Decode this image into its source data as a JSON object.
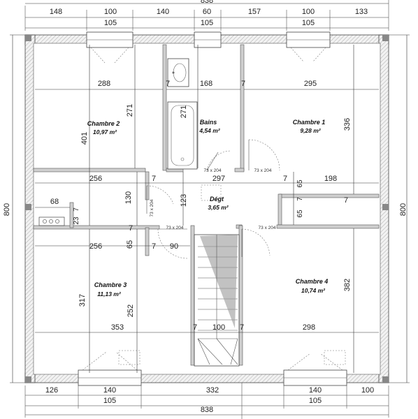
{
  "plan": {
    "rooms": [
      {
        "name": "Chambre 2",
        "area": "10,97 m²"
      },
      {
        "name": "Bains",
        "area": "4,54 m²"
      },
      {
        "name": "Chambre 1",
        "area": "9,28 m²"
      },
      {
        "name": "Dégt",
        "area": "3,65 m²"
      },
      {
        "name": "Chambre 3",
        "area": "11,13 m²"
      },
      {
        "name": "Chambre 4",
        "area": "10,74 m²"
      }
    ],
    "top_dims": {
      "overall": "838",
      "row1": [
        "148",
        "100",
        "140",
        "60",
        "157",
        "100",
        "133"
      ],
      "row2": [
        "105",
        "105",
        "105"
      ]
    },
    "bottom_dims": {
      "row1": [
        "126",
        "140",
        "332",
        "140",
        "100"
      ],
      "row2": [
        "105",
        "105"
      ],
      "overall": "838"
    },
    "side_dims": {
      "left": "800",
      "right": "800"
    },
    "interior_dims": {
      "ch2_width": "288",
      "bains_width": "168",
      "ch1_width": "295",
      "w7_a": "7",
      "w7_b": "7",
      "ch2_height": "271",
      "bains_height": "271",
      "ch2_total": "401",
      "ch1_height": "336",
      "ch2_bottom": "256",
      "w7_c": "7",
      "degt_top": "297",
      "w7_d": "7",
      "ch1_bottom": "198",
      "r65_a": "65",
      "w7_e": "7",
      "r65_b": "65",
      "cupboard_w": "68",
      "w7_f": "7",
      "d23": "23",
      "w7_g": "7",
      "d130": "130",
      "d123": "123",
      "ch3_top": "256",
      "d65": "65",
      "w7_h": "7",
      "d90": "90",
      "ch3_height": "317",
      "ch3_inner": "252",
      "ch4_height": "382",
      "ch3_bottom": "353",
      "w7_i": "7",
      "stair_w": "100",
      "w7_j": "7",
      "ch4_bottom": "298"
    },
    "doors": [
      "73 x 204",
      "73 x 204",
      "73 x 204",
      "73 x 204",
      "73 x 204"
    ]
  }
}
